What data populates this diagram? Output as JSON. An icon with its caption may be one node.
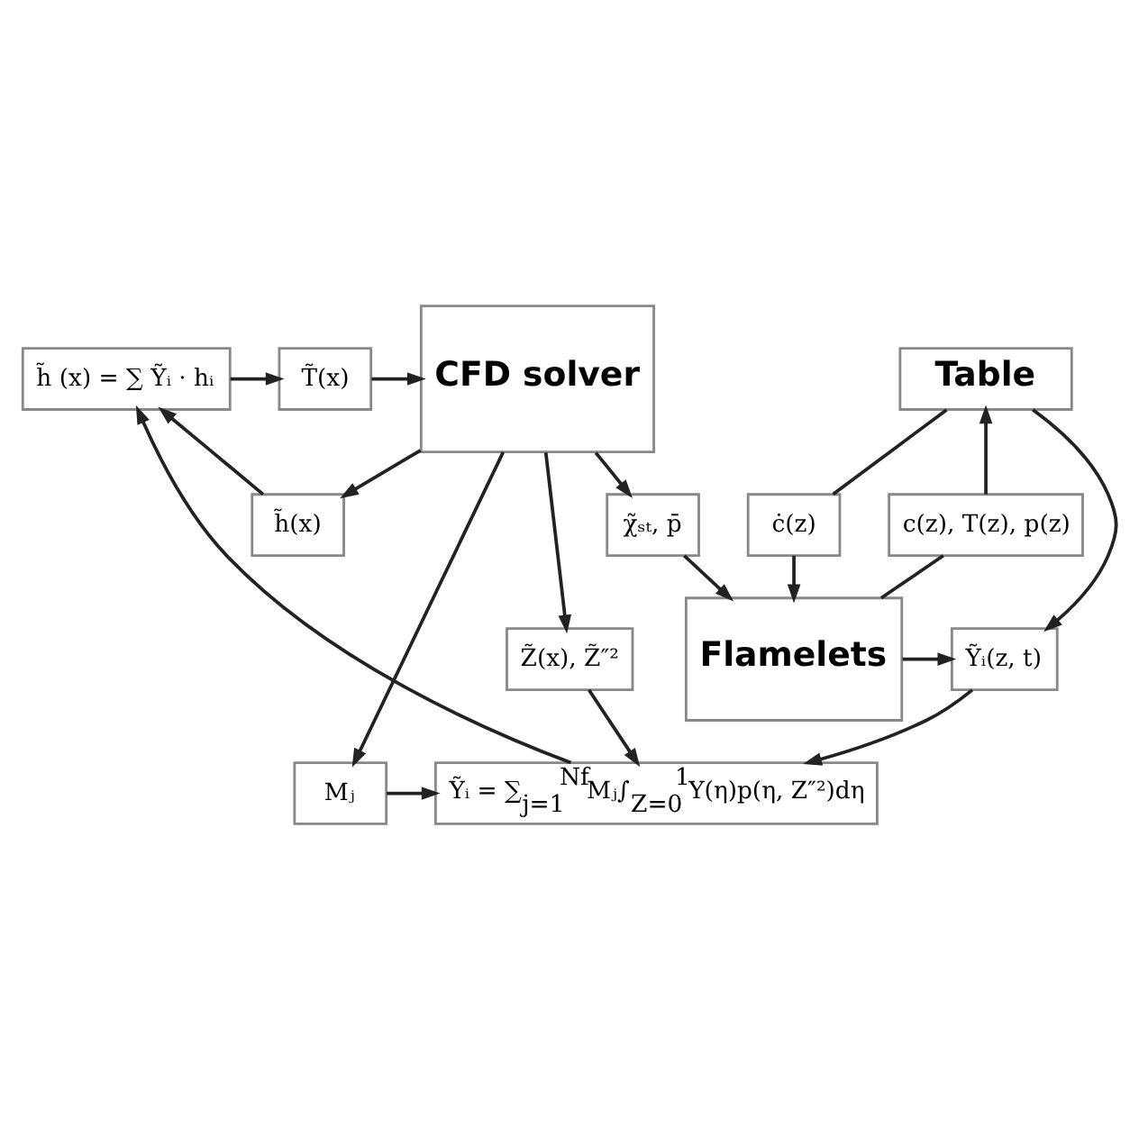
{
  "diagram": {
    "nodes": [
      {
        "text": [
          "CFD solver"
        ]
      },
      {
        "text": [
          "T̃(x)"
        ]
      },
      {
        "text": [
          "h̃ (x) = ∑ Ỹᵢ · hᵢ"
        ]
      },
      {
        "text": [
          "h̃(x)"
        ]
      },
      {
        "text": [
          "Z̃(x), Z̃″²"
        ]
      },
      {
        "text": [
          "Ỹᵢ = ∑$_{j=1}$$^{Nf}$Mⱼ∫$_{Z=0}$$^{1}$Y(η)p(η, Z″²)dη"
        ]
      },
      {
        "text": [
          "Mⱼ"
        ]
      },
      {
        "text": [
          "Table"
        ]
      },
      {
        "text": [
          "c(z), T(z), p(z)"
        ]
      },
      {
        "text": [
          "ċ(z)"
        ]
      },
      {
        "text": [
          "Ỹᵢ(z, t)"
        ]
      },
      {
        "text": [
          "Flamelets"
        ]
      },
      {
        "text": [
          "χ̃ₛₜ, p̄"
        ]
      }
    ],
    "edges": [
      {
        "from": 1,
        "to": 0,
        "arrow": "to"
      },
      {
        "from": 2,
        "to": 1,
        "arrow": "to"
      },
      {
        "from": 0,
        "to": 3,
        "arrow": "to"
      },
      {
        "from": 3,
        "to": 2,
        "arrow": "to"
      },
      {
        "from": 5,
        "to": 2,
        "arrow": "to"
      },
      {
        "from": 0,
        "to": 4,
        "arrow": "to"
      },
      {
        "from": 0,
        "to": 6,
        "arrow": "to"
      },
      {
        "from": 0,
        "to": 12,
        "arrow": "to"
      },
      {
        "from": 4,
        "to": 5,
        "arrow": "to"
      },
      {
        "from": 6,
        "to": 5,
        "arrow": "to"
      },
      {
        "from": 10,
        "to": 5,
        "arrow": "to"
      },
      {
        "from": 7,
        "to": 10,
        "arrow": "to"
      },
      {
        "from": 11,
        "to": 8,
        "arrow": "none"
      },
      {
        "from": 8,
        "to": 7,
        "arrow": "to"
      },
      {
        "from": 7,
        "to": 9,
        "arrow": "none"
      },
      {
        "from": 9,
        "to": 11,
        "arrow": "to"
      },
      {
        "from": 11,
        "to": 10,
        "arrow": "to"
      },
      {
        "from": 12,
        "to": 11,
        "arrow": "to"
      }
    ]
  }
}
